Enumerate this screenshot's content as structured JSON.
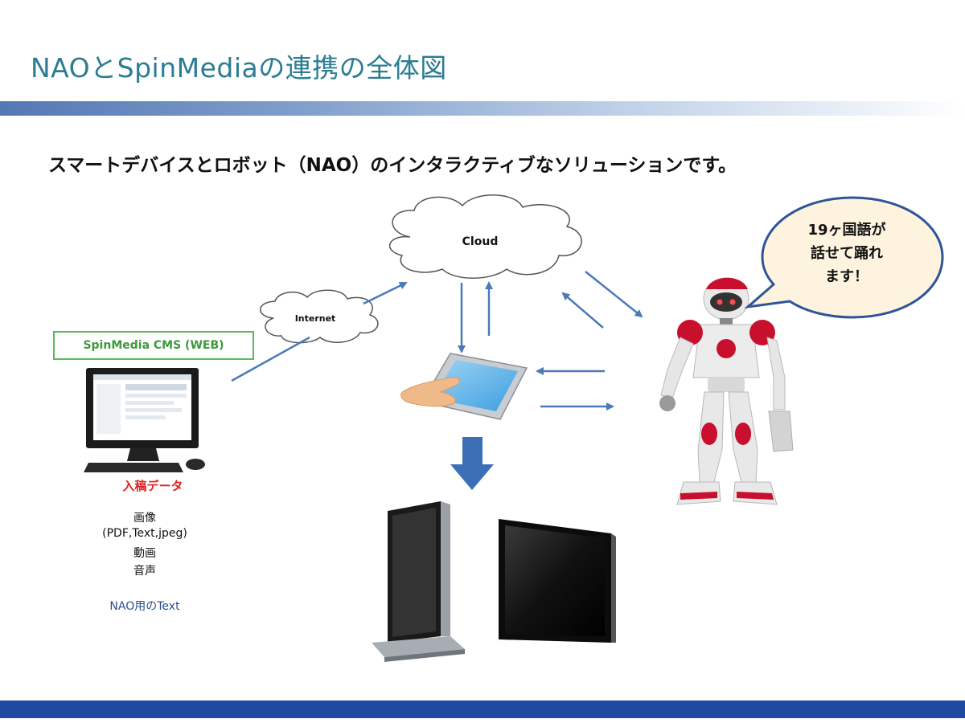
{
  "title": "NAOとSpinMediaの連携の全体図",
  "subtitle": "スマートデバイスとロボット（NAO）のインタラクティブなソリューションです。",
  "cloud_label": "Cloud",
  "internet_label": "Internet",
  "cms_label": "SpinMedia CMS (WEB)",
  "input_data_label": "入稿データ",
  "media_items": [
    "画像",
    "(PDF,Text,jpeg)",
    "動画",
    "音声"
  ],
  "nao_text_label": "NAO用のText",
  "speech_bubble": [
    "19ヶ国語が",
    "話せて踊れ",
    "ます！"
  ],
  "colors": {
    "title": "#2a7d93",
    "arrow": "#4a7ab8",
    "accent_bar": "#1f4aa0",
    "robot": "#c8102e",
    "bubble_fill": "#fdf3df",
    "bubble_stroke": "#2f5597"
  }
}
